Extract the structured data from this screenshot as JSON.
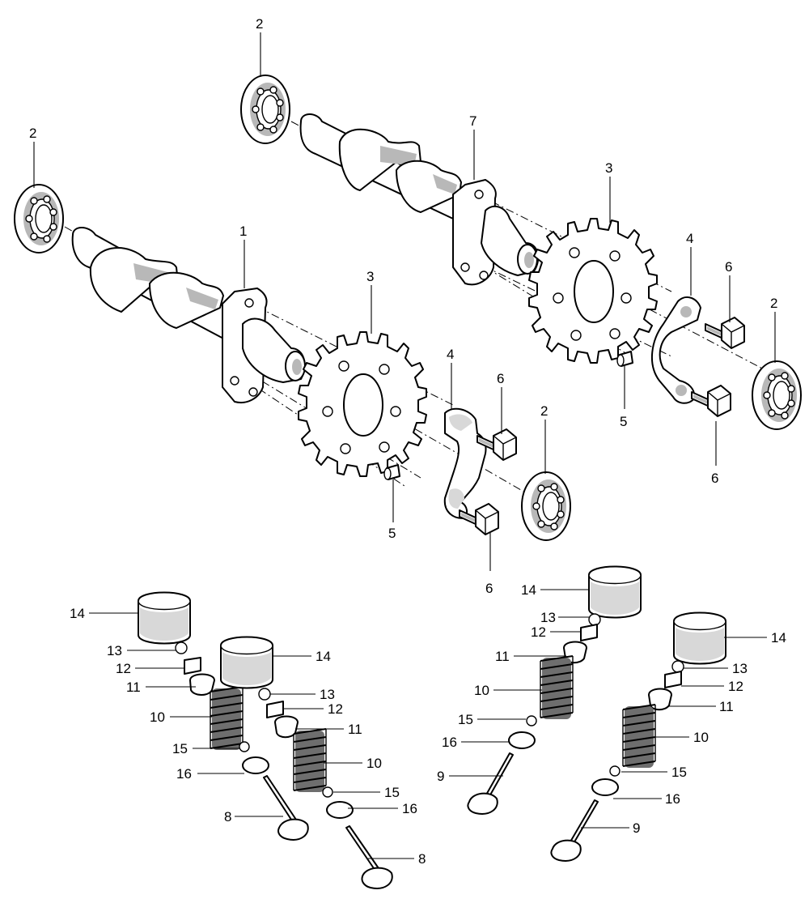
{
  "diagram": {
    "callouts": [
      {
        "id": "c2a",
        "text": "2"
      },
      {
        "id": "c2b",
        "text": "2"
      },
      {
        "id": "c7",
        "text": "7"
      },
      {
        "id": "c3a",
        "text": "3"
      },
      {
        "id": "c1",
        "text": "1"
      },
      {
        "id": "c4a",
        "text": "4"
      },
      {
        "id": "c6a",
        "text": "6"
      },
      {
        "id": "c2c",
        "text": "2"
      },
      {
        "id": "c3b",
        "text": "3"
      },
      {
        "id": "c4b",
        "text": "4"
      },
      {
        "id": "c6b",
        "text": "6"
      },
      {
        "id": "c2d",
        "text": "2"
      },
      {
        "id": "c5a",
        "text": "5"
      },
      {
        "id": "c6c",
        "text": "6"
      },
      {
        "id": "c5b",
        "text": "5"
      },
      {
        "id": "c6d",
        "text": "6"
      },
      {
        "id": "c14a",
        "text": "14"
      },
      {
        "id": "c13a",
        "text": "13"
      },
      {
        "id": "c12a",
        "text": "12"
      },
      {
        "id": "c11a",
        "text": "11"
      },
      {
        "id": "c10a",
        "text": "10"
      },
      {
        "id": "c15a",
        "text": "15"
      },
      {
        "id": "c16a",
        "text": "16"
      },
      {
        "id": "c9a",
        "text": "9"
      },
      {
        "id": "c14b",
        "text": "14"
      },
      {
        "id": "c13b",
        "text": "13"
      },
      {
        "id": "c12b",
        "text": "12"
      },
      {
        "id": "c11b",
        "text": "11"
      },
      {
        "id": "c10b",
        "text": "10"
      },
      {
        "id": "c15b",
        "text": "15"
      },
      {
        "id": "c16b",
        "text": "16"
      },
      {
        "id": "c9b",
        "text": "9"
      },
      {
        "id": "c14c",
        "text": "14"
      },
      {
        "id": "c13c",
        "text": "13"
      },
      {
        "id": "c12c",
        "text": "12"
      },
      {
        "id": "c11c",
        "text": "11"
      },
      {
        "id": "c10c",
        "text": "10"
      },
      {
        "id": "c15c",
        "text": "15"
      },
      {
        "id": "c16c",
        "text": "16"
      },
      {
        "id": "c8a",
        "text": "8"
      },
      {
        "id": "c14d",
        "text": "14"
      },
      {
        "id": "c13d",
        "text": "13"
      },
      {
        "id": "c12d",
        "text": "12"
      },
      {
        "id": "c11d",
        "text": "11"
      },
      {
        "id": "c10d",
        "text": "10"
      },
      {
        "id": "c15d",
        "text": "15"
      },
      {
        "id": "c16d",
        "text": "16"
      },
      {
        "id": "c8b",
        "text": "8"
      }
    ]
  }
}
